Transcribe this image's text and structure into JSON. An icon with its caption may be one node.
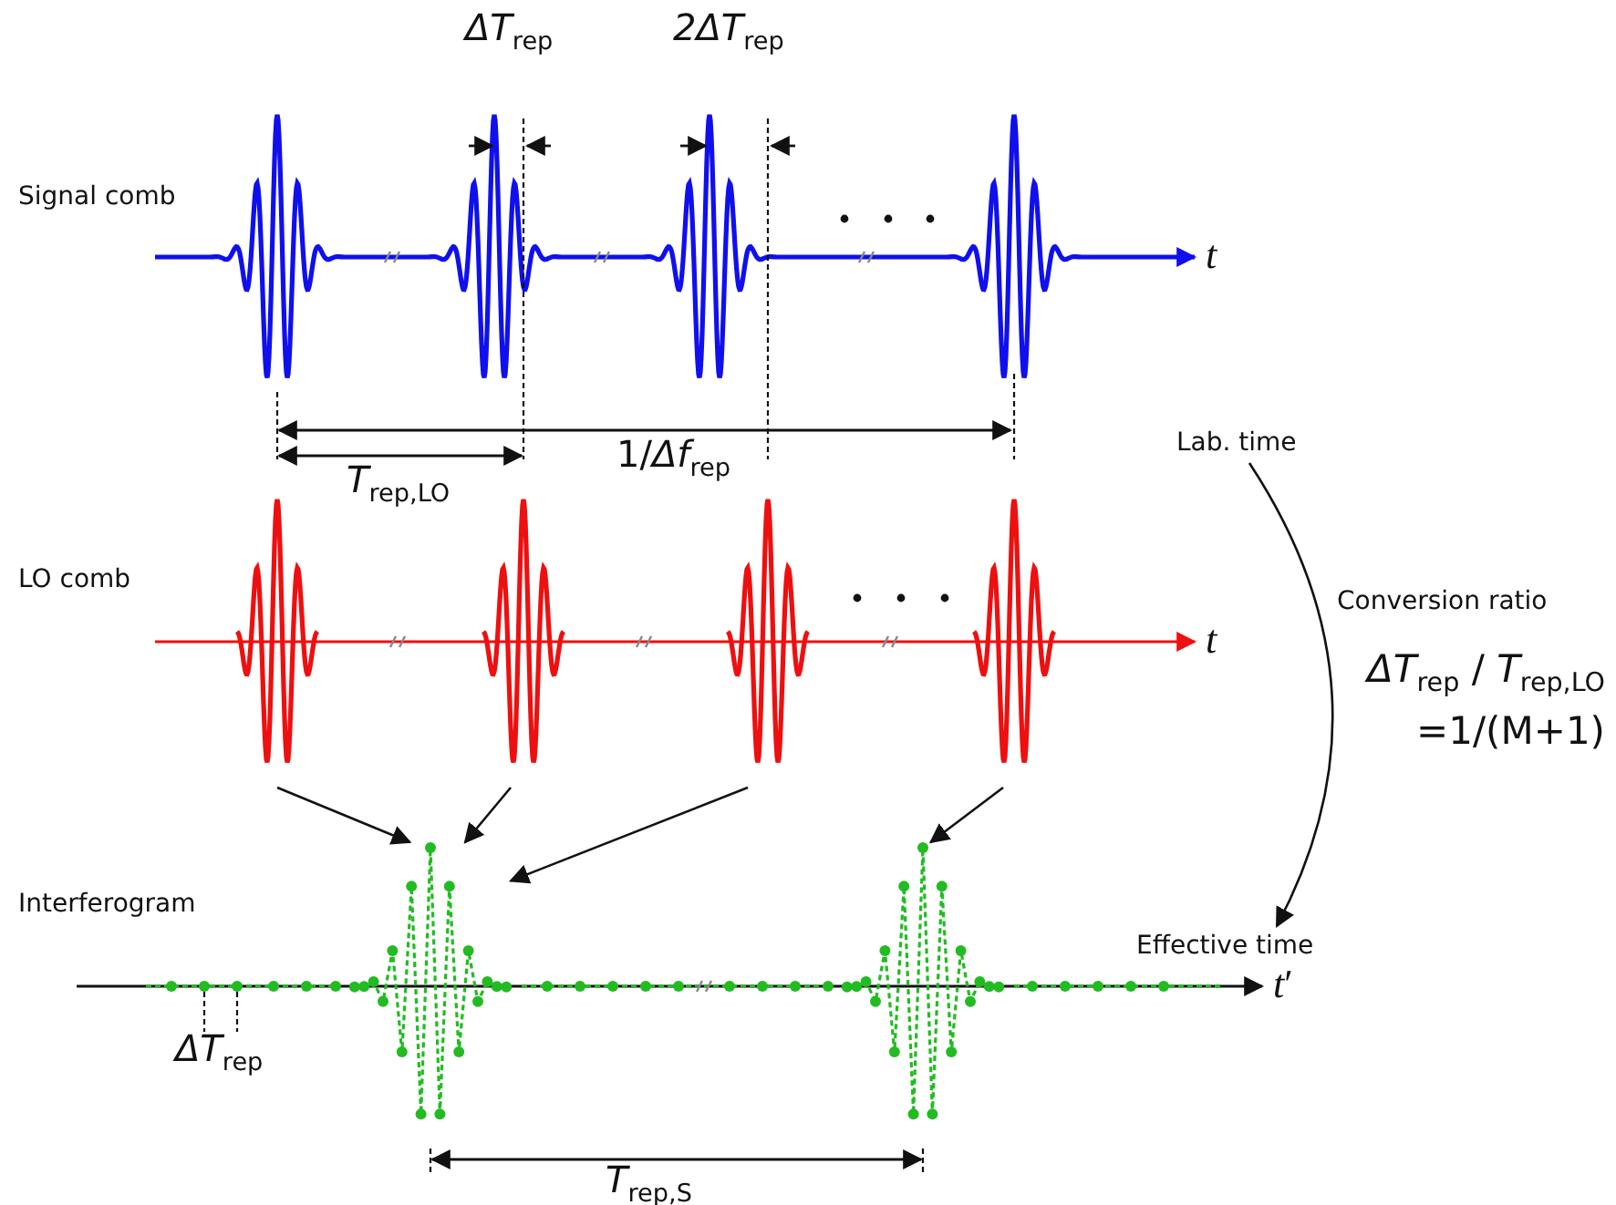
{
  "diagram": {
    "nodes": [
      {
        "text": [
          "Lab. time"
        ]
      },
      {
        "text": [],
        "shape": "picture"
      },
      {
        "text": [],
        "shape": "picture"
      },
      {
        "text": [],
        "shape": "picture"
      },
      {
        "text": [],
        "shape": "picture"
      },
      {
        "text": [],
        "shape": "picture"
      },
      {
        "text": [],
        "shape": "picture"
      },
      {
        "text": [
          "Effective time"
        ]
      }
    ],
    "edges": [
      {
        "from": 1,
        "to": 5,
        "arrow": "to"
      },
      {
        "from": 2,
        "to": 5,
        "arrow": "to"
      },
      {
        "from": 3,
        "to": 5,
        "arrow": "to"
      },
      {
        "from": 4,
        "to": 6,
        "arrow": "to"
      },
      {
        "from": 0,
        "to": 7,
        "arrow": "to"
      }
    ],
    "labels": [
      "Signal comb",
      "*ΔT*$_{rep}$",
      "2ΔT$_{rep}$",
      "t",
      "1/*Δf*$_{rep}$",
      "*T*$_{rep,LO}$",
      "LO comb",
      "t",
      "Conversion ratio",
      "*ΔT*$_{rep}$ / *T*$_{rep,LO}$ =1/(M+1)",
      "Interferogram",
      "*t*′",
      "*ΔT*$_{rep}$",
      "*T*$_{rep,S}$"
    ]
  }
}
